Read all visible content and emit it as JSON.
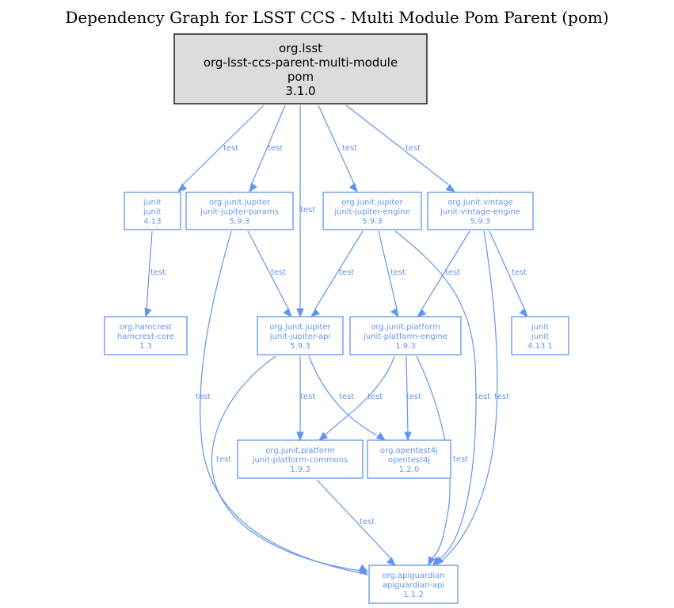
{
  "title": "Dependency Graph for LSST CCS - Multi Module Pom Parent (pom)",
  "colors": {
    "edge": "#6495ed",
    "node_text": "#6495ed",
    "root_fill": "#dcdcdc",
    "root_border": "#000000"
  },
  "nodes": [
    {
      "id": "root",
      "root": true,
      "lines": [
        "org.lsst",
        "org-lsst-ccs-parent-multi-module",
        "pom",
        "3.1.0"
      ]
    },
    {
      "id": "junit413",
      "lines": [
        "junit",
        "junit",
        "4.13"
      ]
    },
    {
      "id": "jupiter-params",
      "lines": [
        "org.junit.jupiter",
        "junit-jupiter-params",
        "5.9.3"
      ]
    },
    {
      "id": "jupiter-engine",
      "lines": [
        "org.junit.jupiter",
        "junit-jupiter-engine",
        "5.9.3"
      ]
    },
    {
      "id": "vintage-engine",
      "lines": [
        "org.junit.vintage",
        "junit-vintage-engine",
        "5.9.3"
      ]
    },
    {
      "id": "hamcrest",
      "lines": [
        "org.hamcrest",
        "hamcrest-core",
        "1.3"
      ]
    },
    {
      "id": "jupiter-api",
      "lines": [
        "org.junit.jupiter",
        "junit-jupiter-api",
        "5.9.3"
      ]
    },
    {
      "id": "platform-engine",
      "lines": [
        "org.junit.platform",
        "junit-platform-engine",
        "1.9.3"
      ]
    },
    {
      "id": "junit4131",
      "lines": [
        "junit",
        "junit",
        "4.13.1"
      ]
    },
    {
      "id": "platform-commons",
      "lines": [
        "org.junit.platform",
        "junit-platform-commons",
        "1.9.3"
      ]
    },
    {
      "id": "opentest4j",
      "lines": [
        "org.opentest4j",
        "opentest4j",
        "1.2.0"
      ]
    },
    {
      "id": "apiguardian",
      "lines": [
        "org.apiguardian",
        "apiguardian-api",
        "1.1.2"
      ]
    }
  ],
  "edges": [
    {
      "from": "root",
      "to": "junit413",
      "label": "test"
    },
    {
      "from": "root",
      "to": "jupiter-params",
      "label": "test"
    },
    {
      "from": "root",
      "to": "jupiter-api",
      "label": "test"
    },
    {
      "from": "root",
      "to": "jupiter-engine",
      "label": "test"
    },
    {
      "from": "root",
      "to": "vintage-engine",
      "label": "test"
    },
    {
      "from": "junit413",
      "to": "hamcrest",
      "label": "test"
    },
    {
      "from": "jupiter-params",
      "to": "jupiter-api",
      "label": "test"
    },
    {
      "from": "jupiter-params",
      "to": "apiguardian",
      "label": "test"
    },
    {
      "from": "jupiter-engine",
      "to": "jupiter-api",
      "label": "test"
    },
    {
      "from": "jupiter-engine",
      "to": "platform-engine",
      "label": "test"
    },
    {
      "from": "jupiter-engine",
      "to": "apiguardian",
      "label": "test"
    },
    {
      "from": "vintage-engine",
      "to": "platform-engine",
      "label": "test"
    },
    {
      "from": "vintage-engine",
      "to": "junit4131",
      "label": "test"
    },
    {
      "from": "vintage-engine",
      "to": "apiguardian",
      "label": "test"
    },
    {
      "from": "jupiter-api",
      "to": "platform-commons",
      "label": "test"
    },
    {
      "from": "jupiter-api",
      "to": "opentest4j",
      "label": "test"
    },
    {
      "from": "jupiter-api",
      "to": "apiguardian",
      "label": "test"
    },
    {
      "from": "platform-engine",
      "to": "platform-commons",
      "label": "test"
    },
    {
      "from": "platform-engine",
      "to": "opentest4j",
      "label": "test"
    },
    {
      "from": "platform-engine",
      "to": "apiguardian",
      "label": "test"
    },
    {
      "from": "platform-commons",
      "to": "apiguardian",
      "label": "test"
    }
  ]
}
